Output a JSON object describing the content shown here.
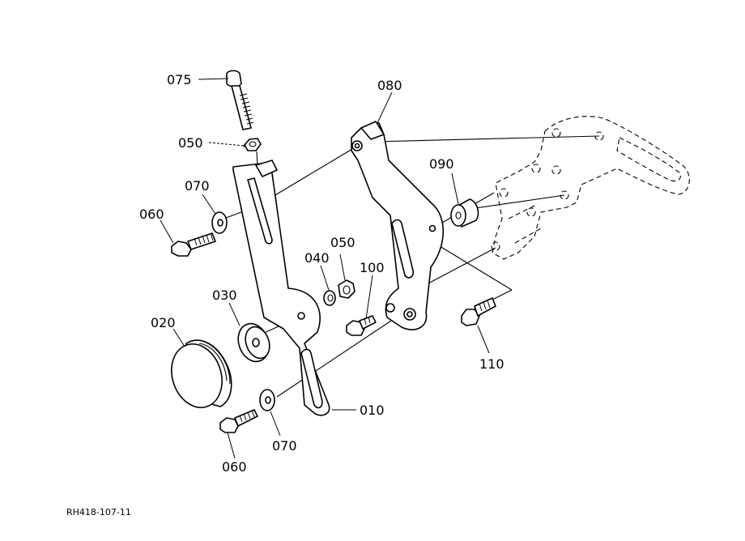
{
  "diagram": {
    "part_labels": [
      {
        "id": "p075",
        "text": "075"
      },
      {
        "id": "p050a",
        "text": "050"
      },
      {
        "id": "p080",
        "text": "080"
      },
      {
        "id": "p070a",
        "text": "070"
      },
      {
        "id": "p060a",
        "text": "060"
      },
      {
        "id": "p090",
        "text": "090"
      },
      {
        "id": "p050b",
        "text": "050"
      },
      {
        "id": "p040",
        "text": "040"
      },
      {
        "id": "p100",
        "text": "100"
      },
      {
        "id": "p030",
        "text": "030"
      },
      {
        "id": "p020",
        "text": "020"
      },
      {
        "id": "p110",
        "text": "110"
      },
      {
        "id": "p010",
        "text": "010"
      },
      {
        "id": "p060b",
        "text": "060"
      },
      {
        "id": "p070b",
        "text": "070"
      }
    ],
    "figure_code": "RH418-107-11"
  }
}
